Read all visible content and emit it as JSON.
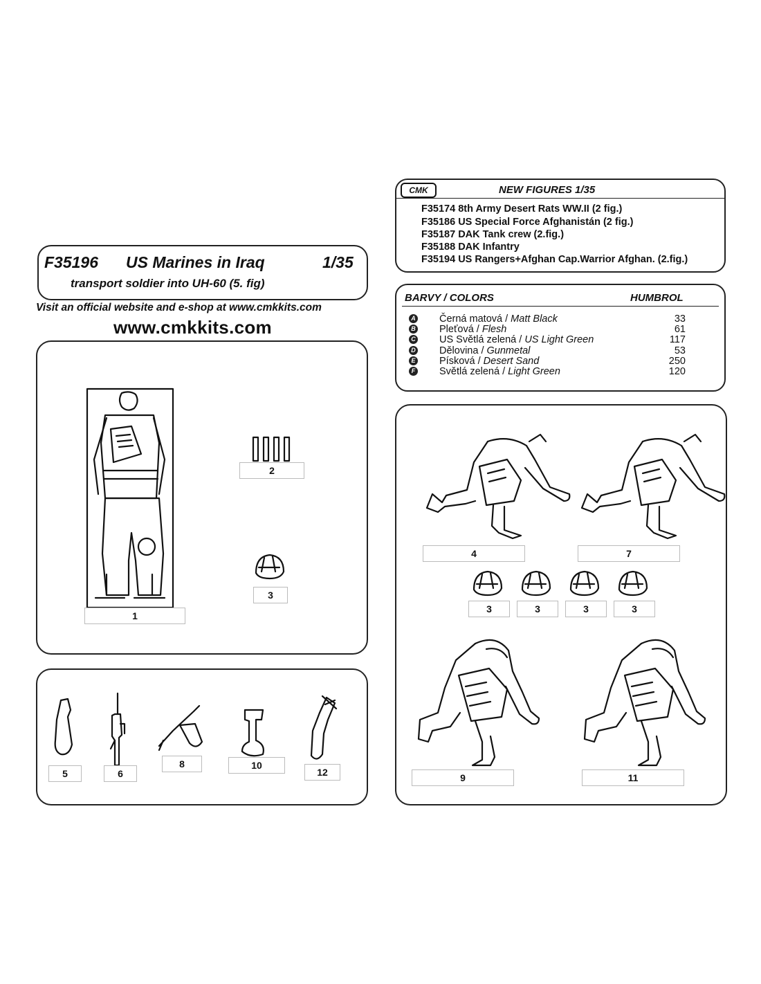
{
  "title_box": {
    "code": "F35196",
    "name": "US Marines in Iraq",
    "scale": "1/35",
    "subtitle": "transport soldier into UH-60  (5. fig)"
  },
  "visit_text": "Visit an official website and e-shop at www.cmkkits.com",
  "website": "www.cmkkits.com",
  "new_figures": {
    "logo": "CMK",
    "header": "NEW FIGURES  1/35",
    "items": [
      "F35174 8th Army Desert Rats WW.II (2 fig.)",
      "F35186 US Special Force Afghanistán (2 fig.)",
      "F35187 DAK Tank crew (2.fig.)",
      "F35188 DAK Infantry",
      "F35194 US Rangers+Afghan Cap.Warrior Afghan. (2.fig.)"
    ]
  },
  "colors": {
    "header_left": "BARVY / COLORS",
    "header_right": "HUMBROL",
    "rows": [
      {
        "code": "A",
        "cz": "Černá matová / ",
        "en": "Matt Black",
        "humbrol": "33"
      },
      {
        "code": "B",
        "cz": "Pleťová / ",
        "en": "Flesh",
        "humbrol": "61"
      },
      {
        "code": "C",
        "cz": "US Světlá zelená / ",
        "en": "US Light Green",
        "humbrol": "117"
      },
      {
        "code": "D",
        "cz": "Dělovina / ",
        "en": "Gunmetal",
        "humbrol": "53"
      },
      {
        "code": "E",
        "cz": "Písková / ",
        "en": "Desert Sand",
        "humbrol": "250"
      },
      {
        "code": "F",
        "cz": "Světlá zelená / ",
        "en": "Light Green",
        "humbrol": "120"
      }
    ]
  },
  "parts": {
    "p1": "1",
    "p2": "2",
    "p3a": "3",
    "p3b": "3",
    "p3c": "3",
    "p3d": "3",
    "p3e": "3",
    "p4": "4",
    "p5": "5",
    "p6": "6",
    "p7": "7",
    "p8": "8",
    "p9": "9",
    "p10": "10",
    "p11": "11",
    "p12": "12"
  }
}
